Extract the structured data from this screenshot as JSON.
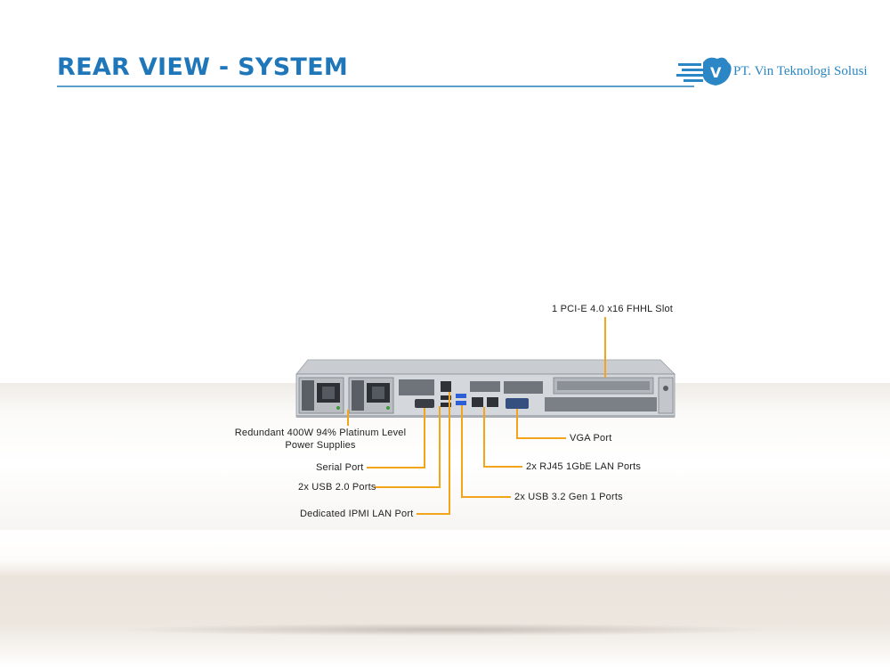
{
  "header": {
    "title": "REAR VIEW - SYSTEM",
    "company": "PT. Vin Teknologi Solusi",
    "logo_letter": "V"
  },
  "colors": {
    "title": "#1f77b9",
    "rule": "#5a9ec9",
    "callout_line": "#f2a51a",
    "logo": "#2a86c4"
  },
  "callouts": {
    "pcie": "1 PCI-E 4.0 x16 FHHL Slot",
    "psu_line1": "Redundant 400W 94% Platinum Level",
    "psu_line2": "Power Supplies",
    "serial": "Serial Port",
    "usb2": "2x USB 2.0 Ports",
    "ipmi": "Dedicated IPMI LAN Port",
    "vga": "VGA Port",
    "rj45": "2x RJ45 1GbE LAN Ports",
    "usb3": "2x USB 3.2 Gen 1 Ports"
  }
}
